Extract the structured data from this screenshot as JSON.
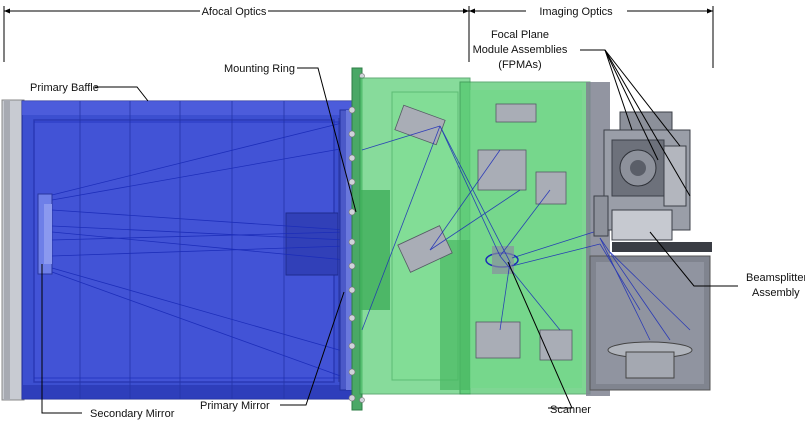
{
  "dimension_labels": {
    "afocal_optics": "Afocal Optics",
    "imaging_optics": "Imaging Optics"
  },
  "callouts": {
    "primary_baffle": "Primary Baffle",
    "mounting_ring": "Mounting Ring",
    "fpma_line1": "Focal Plane",
    "fpma_line2": "Module Assemblies",
    "fpma_line3": "(FPMAs)",
    "beamsplitter_line1": "Beamsplitter",
    "beamsplitter_line2": "Assembly",
    "secondary_mirror": "Secondary Mirror",
    "primary_mirror": "Primary Mirror",
    "scanner": "Scanner"
  },
  "colors": {
    "baffle_blue": "#3c4fd0",
    "baffle_dark": "#2434a8",
    "optics_green": "#5fd07a",
    "optics_green_dark": "#2fa04c",
    "ray_blue": "#1a2bb8",
    "housing_gray": "#8a8d96",
    "metal_gray": "#b9bcc4"
  }
}
